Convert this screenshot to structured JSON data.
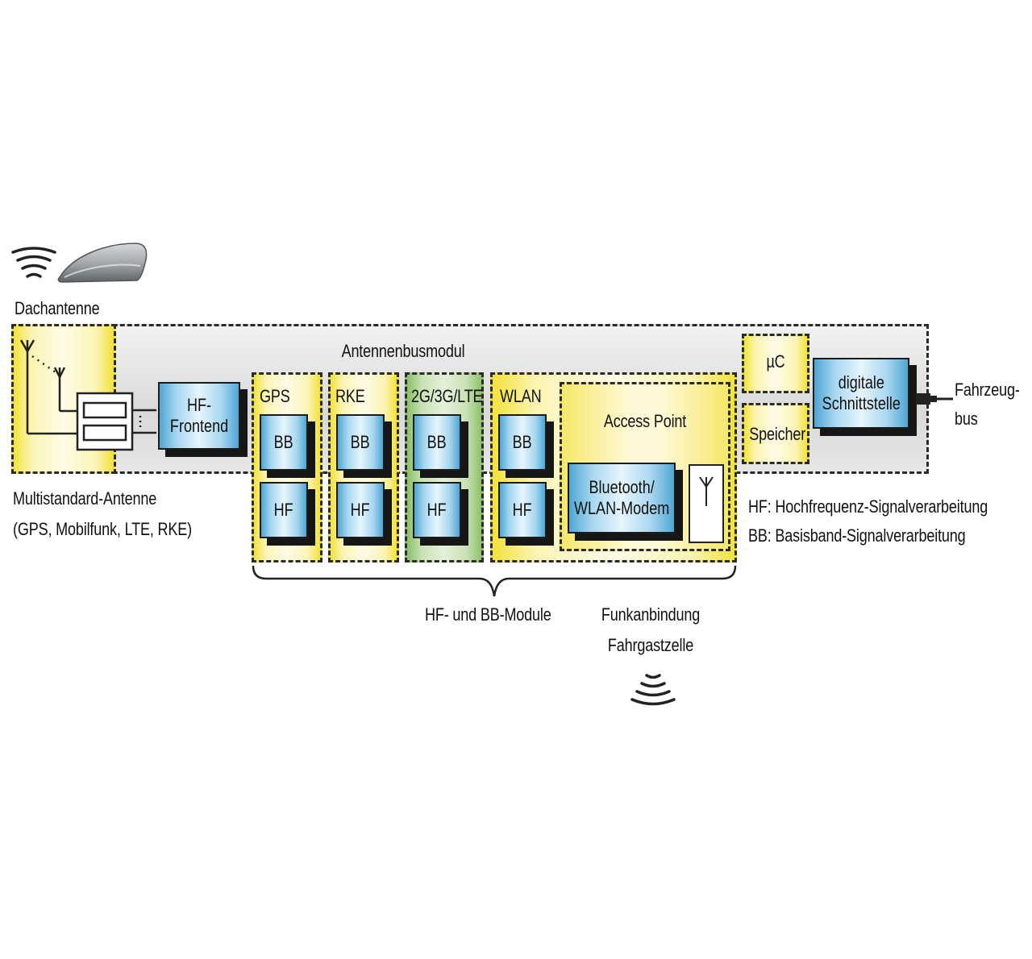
{
  "labels": {
    "roof_antenna": "Dachantenne",
    "antenna_bus_module": "Antennenbusmodul",
    "multistandard_line1": "Multistandard-Antenne",
    "multistandard_line2": "(GPS, Mobilfunk, LTE, RKE)",
    "hf_frontend": "HF-\nFrontend",
    "gps": "GPS",
    "rke": "RKE",
    "cellular": "2G/3G/LTE",
    "wlan": "WLAN",
    "access_point": "Access Point",
    "bt_modem": "Bluetooth/\nWLAN-Modem",
    "bb": "BB",
    "hf": "HF",
    "uc": "µC",
    "memory": "Speicher",
    "digital_interface": "digitale\nSchnittstelle",
    "vehicle_bus": "Fahrzeug-\nbus",
    "legend_hf": "HF: Hochfrequenz-Signalverarbeitung",
    "legend_bb": "BB: Basisband-Signalverarbeitung",
    "modules": "HF- und BB-Module",
    "cabin_radio_line1": "Funkanbindung",
    "cabin_radio_line2": "Fahrgastzelle"
  },
  "colors": {
    "yellow": "#f3e23a",
    "green": "#8dc06b",
    "blue": "#4fa6d4",
    "grey": "#e0e0e0",
    "border": "#2a2a2a"
  },
  "icons": {
    "roof_waves": "radio-waves-icon",
    "shark_fin": "shark-fin-antenna-icon",
    "cabin_waves": "radio-waves-icon",
    "antenna": "antenna-icon"
  }
}
